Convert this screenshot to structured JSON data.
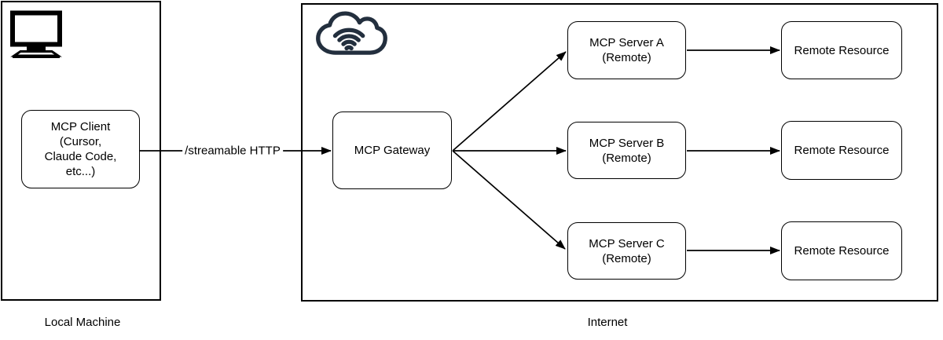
{
  "colors": {
    "line": "#000000",
    "border": "#000000",
    "node_fill": "#ffffff",
    "background": "#ffffff",
    "icon": "#232f3e"
  },
  "local_machine": {
    "caption": "Local Machine",
    "client_label": "MCP Client\n(Cursor,\nClaude Code,\netc...)"
  },
  "internet": {
    "caption": "Internet",
    "gateway_label": "MCP Gateway",
    "servers": [
      {
        "label": "MCP Server A\n(Remote)"
      },
      {
        "label": "MCP Server B\n(Remote)"
      },
      {
        "label": "MCP Server C\n(Remote)"
      }
    ],
    "resources": [
      {
        "label": "Remote Resource"
      },
      {
        "label": "Remote Resource"
      },
      {
        "label": "Remote Resource"
      }
    ]
  },
  "edges": {
    "client_gateway_label": "/streamable HTTP"
  },
  "icons": {
    "computer": "desktop-computer-icon",
    "cloud": "cloud-wifi-icon"
  }
}
